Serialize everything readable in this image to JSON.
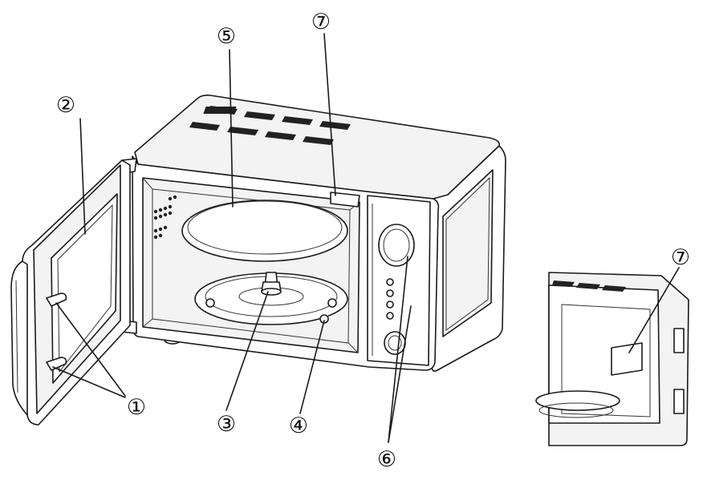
{
  "diagram": {
    "callouts": [
      {
        "id": "door-latch",
        "label": "①"
      },
      {
        "id": "door-window",
        "label": "②"
      },
      {
        "id": "turntable-shaft",
        "label": "③"
      },
      {
        "id": "roller-ring",
        "label": "④"
      },
      {
        "id": "glass-tray",
        "label": "⑤"
      },
      {
        "id": "control-panel",
        "label": "⑥"
      },
      {
        "id": "waveguide-cover",
        "label": "⑦"
      },
      {
        "id": "waveguide-cover-detail",
        "label": "⑦"
      }
    ]
  }
}
